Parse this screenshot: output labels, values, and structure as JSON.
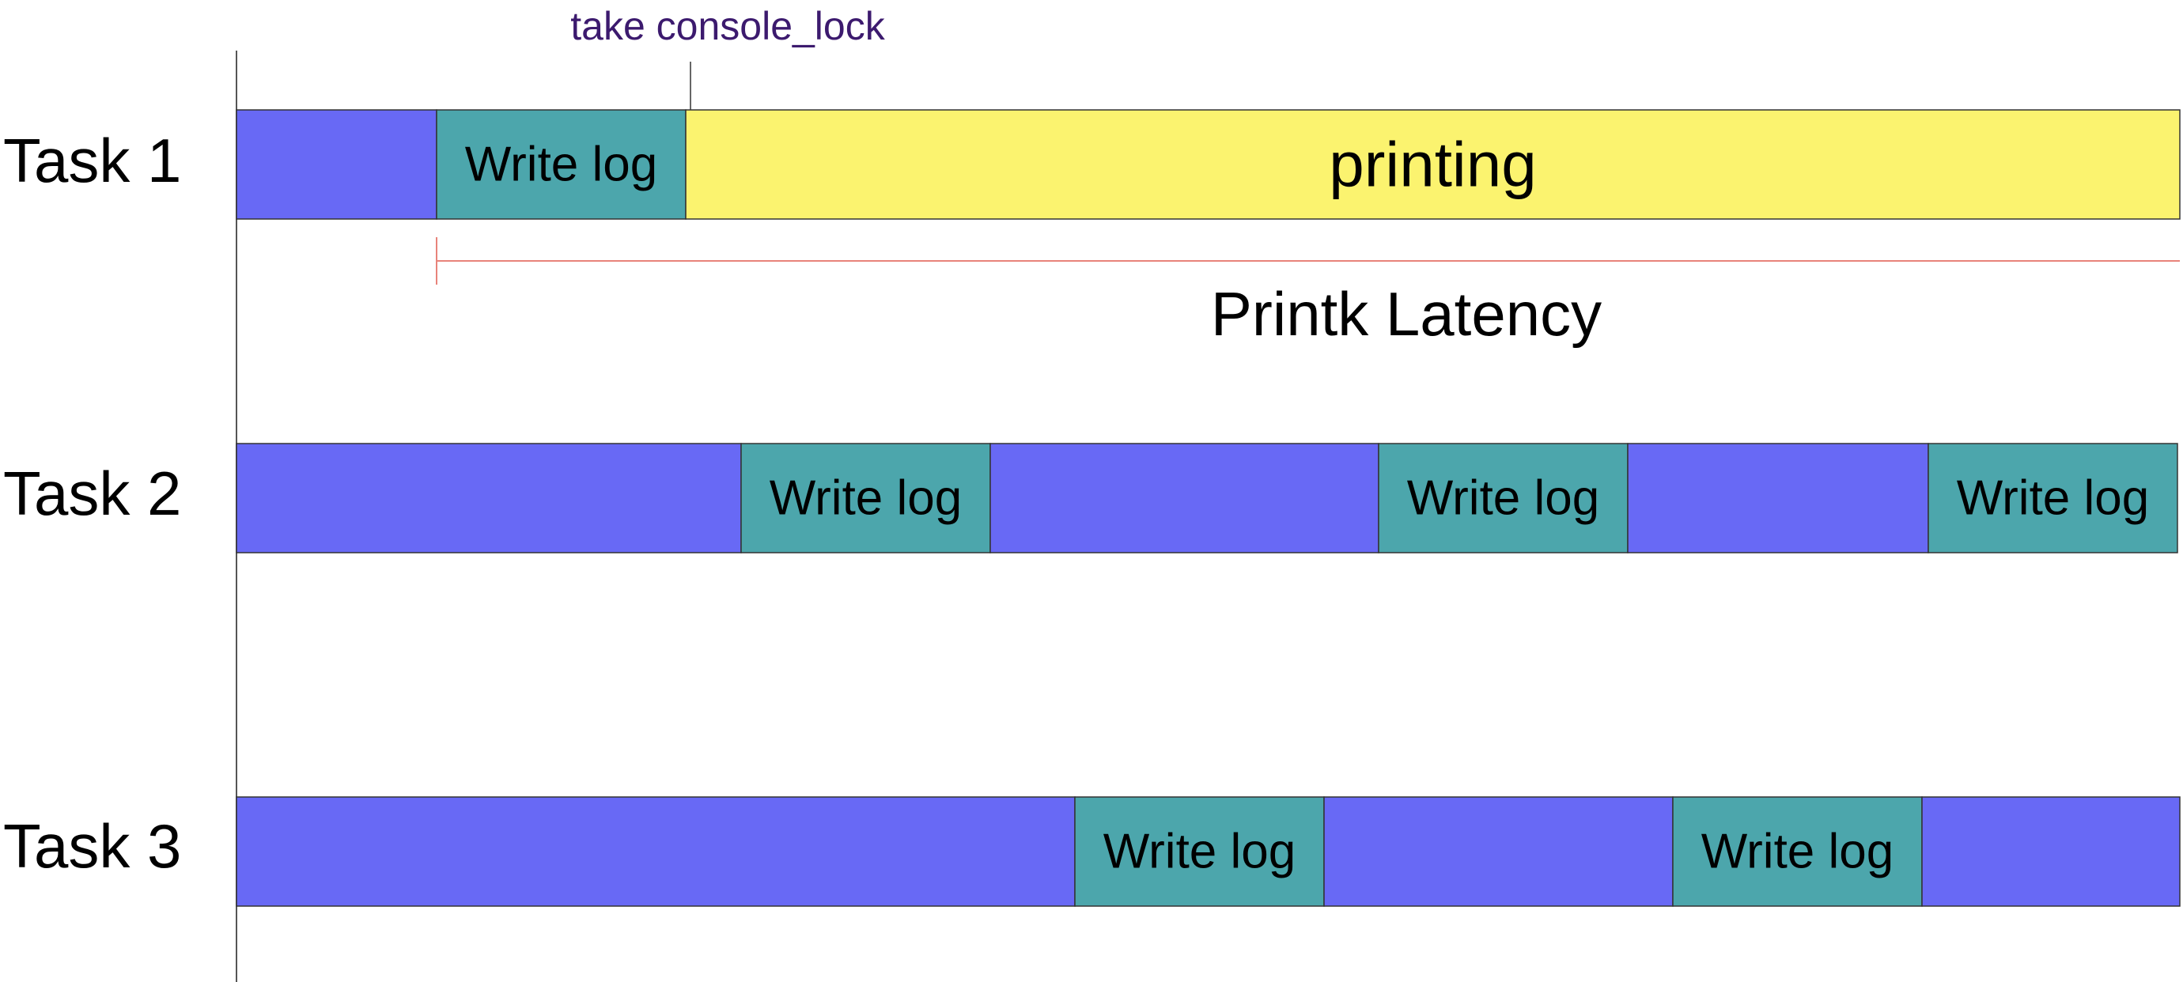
{
  "colors": {
    "idle": "#6869f5",
    "write_log": "#4ca6ac",
    "printing": "#fbf36f",
    "marker_text": "#3c1a6e",
    "latency_line": "#e8837a"
  },
  "marker": {
    "label": "take console_lock"
  },
  "latency": {
    "label": "Printk Latency"
  },
  "tasks": [
    {
      "label": "Task 1",
      "segments": [
        {
          "kind": "idle",
          "label": ""
        },
        {
          "kind": "write_log",
          "label": "Write log"
        },
        {
          "kind": "printing",
          "label": "printing"
        }
      ]
    },
    {
      "label": "Task 2",
      "segments": [
        {
          "kind": "idle",
          "label": ""
        },
        {
          "kind": "write_log",
          "label": "Write log"
        },
        {
          "kind": "idle",
          "label": ""
        },
        {
          "kind": "write_log",
          "label": "Write log"
        },
        {
          "kind": "idle",
          "label": ""
        },
        {
          "kind": "write_log",
          "label": "Write log"
        }
      ]
    },
    {
      "label": "Task 3",
      "segments": [
        {
          "kind": "idle",
          "label": ""
        },
        {
          "kind": "write_log",
          "label": "Write log"
        },
        {
          "kind": "idle",
          "label": ""
        },
        {
          "kind": "write_log",
          "label": "Write log"
        },
        {
          "kind": "idle",
          "label": ""
        }
      ]
    }
  ]
}
